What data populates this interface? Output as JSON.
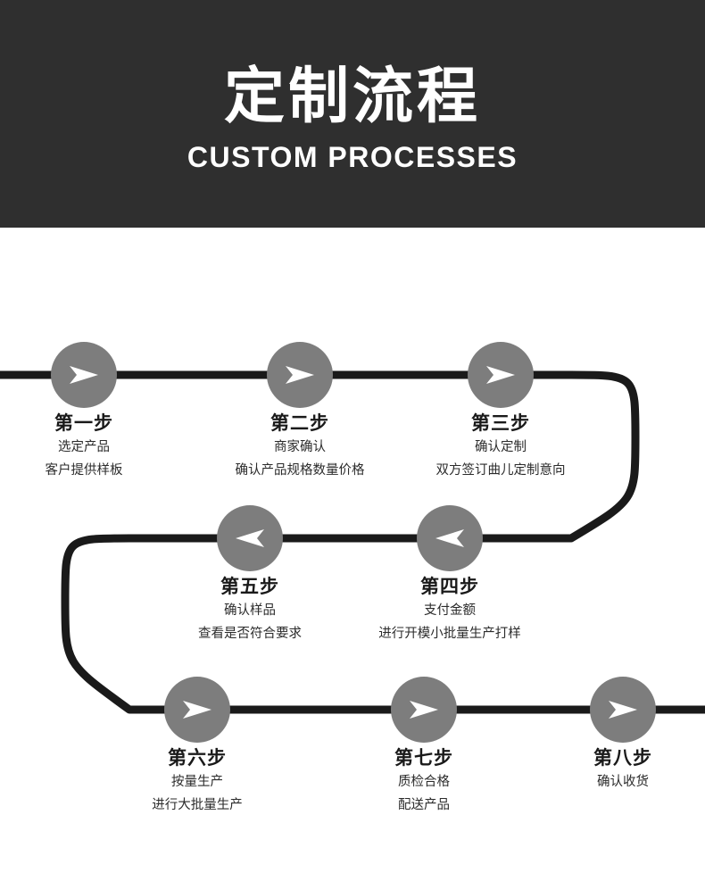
{
  "header": {
    "title": "定制流程",
    "subtitle": "CUSTOM PROCESSES",
    "background": "#2f2f2f"
  },
  "theme": {
    "node_fill": "#7d7d7d",
    "arrow_fill": "#ffffff",
    "path_stroke": "#1a1a1a",
    "text_color": "#1a1a1a"
  },
  "steps": [
    {
      "id": "step-1",
      "title": "第一步",
      "lines": [
        "选定产品",
        "客户提供样板"
      ],
      "arrow": "arrow-right-icon"
    },
    {
      "id": "step-2",
      "title": "第二步",
      "lines": [
        "商家确认",
        "确认产品规格数量价格"
      ],
      "arrow": "arrow-right-icon"
    },
    {
      "id": "step-3",
      "title": "第三步",
      "lines": [
        "确认定制",
        "双方签订曲儿定制意向"
      ],
      "arrow": "arrow-right-icon"
    },
    {
      "id": "step-4",
      "title": "第四步",
      "lines": [
        "支付金额",
        "进行开模小批量生产打样"
      ],
      "arrow": "arrow-left-icon"
    },
    {
      "id": "step-5",
      "title": "第五步",
      "lines": [
        "确认样品",
        "查看是否符合要求"
      ],
      "arrow": "arrow-left-icon"
    },
    {
      "id": "step-6",
      "title": "第六步",
      "lines": [
        "按量生产",
        "进行大批量生产"
      ],
      "arrow": "arrow-right-icon"
    },
    {
      "id": "step-7",
      "title": "第七步",
      "lines": [
        "质检合格",
        "配送产品"
      ],
      "arrow": "arrow-right-icon"
    },
    {
      "id": "step-8",
      "title": "第八步",
      "lines": [
        "确认收货"
      ],
      "arrow": "arrow-right-icon"
    }
  ]
}
